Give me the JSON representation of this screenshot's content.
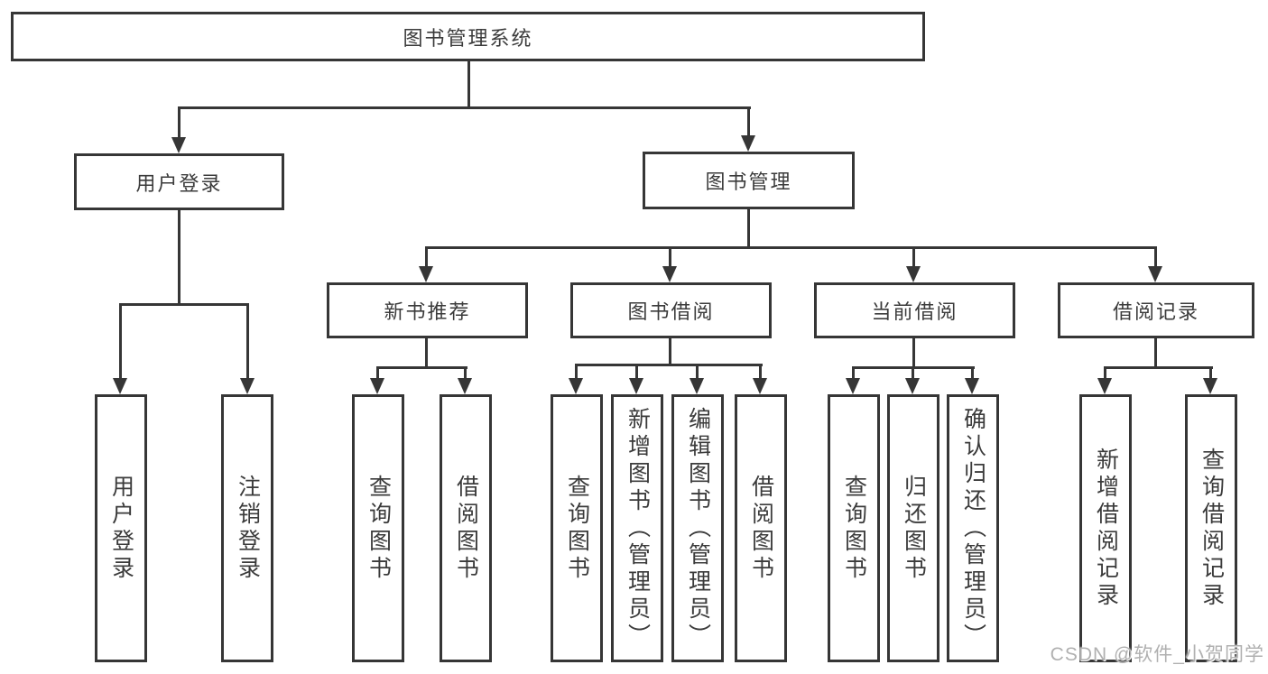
{
  "nodes": {
    "root": "图书管理系统",
    "user_login": "用户登录",
    "book_management": "图书管理",
    "new_book_recommend": "新书推荐",
    "book_borrowing": "图书借阅",
    "current_borrowing": "当前借阅",
    "borrowing_records": "借阅记录"
  },
  "leaves": {
    "user_login": [
      "用户登录",
      "注销登录"
    ],
    "new_book_recommend": [
      "查询图书",
      "借阅图书"
    ],
    "book_borrowing": [
      "查询图书",
      "新增图书（管理员）",
      "编辑图书（管理员）",
      "借阅图书"
    ],
    "current_borrowing": [
      "查询图书",
      "归还图书",
      "确认归还（管理员）"
    ],
    "borrowing_records": [
      "新增借阅记录",
      "查询借阅记录"
    ]
  },
  "watermark": "CSDN @软件_小贺同学",
  "colors": {
    "line": "#363636",
    "text": "#3b3b3b",
    "watermark": "#b0b0b0",
    "background": "#ffffff"
  }
}
